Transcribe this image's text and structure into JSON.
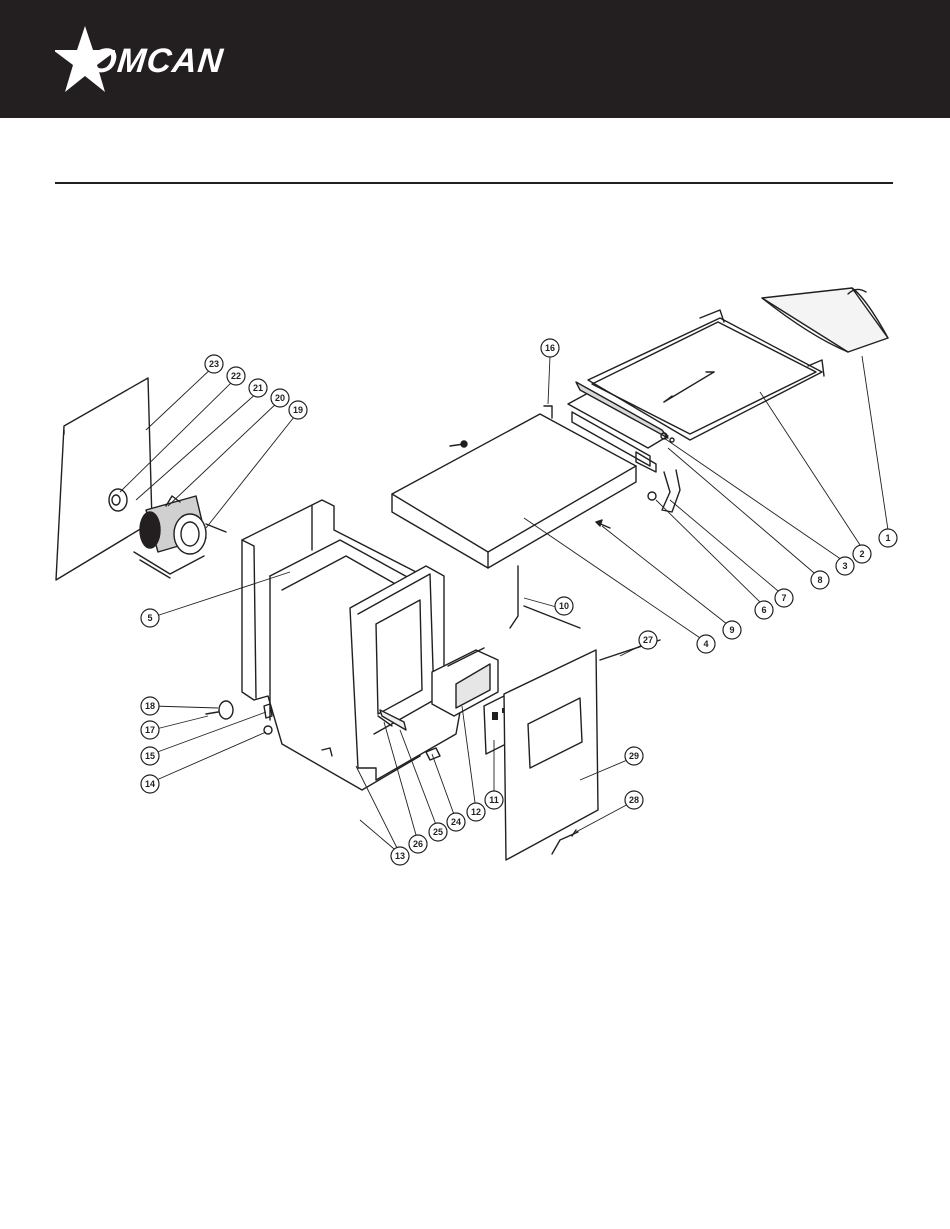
{
  "brand": {
    "name": "OMCAN",
    "colors": {
      "header_bg": "#231f20",
      "ink": "#231f20",
      "paper": "#ffffff"
    }
  },
  "diagram": {
    "type": "exploded-parts-view",
    "callouts": [
      "1",
      "2",
      "3",
      "4",
      "5",
      "6",
      "7",
      "8",
      "9",
      "10",
      "11",
      "12",
      "13",
      "14",
      "15",
      "16",
      "17",
      "18",
      "19",
      "20",
      "21",
      "22",
      "23",
      "24",
      "25",
      "26",
      "27",
      "28",
      "29",
      "26"
    ]
  }
}
